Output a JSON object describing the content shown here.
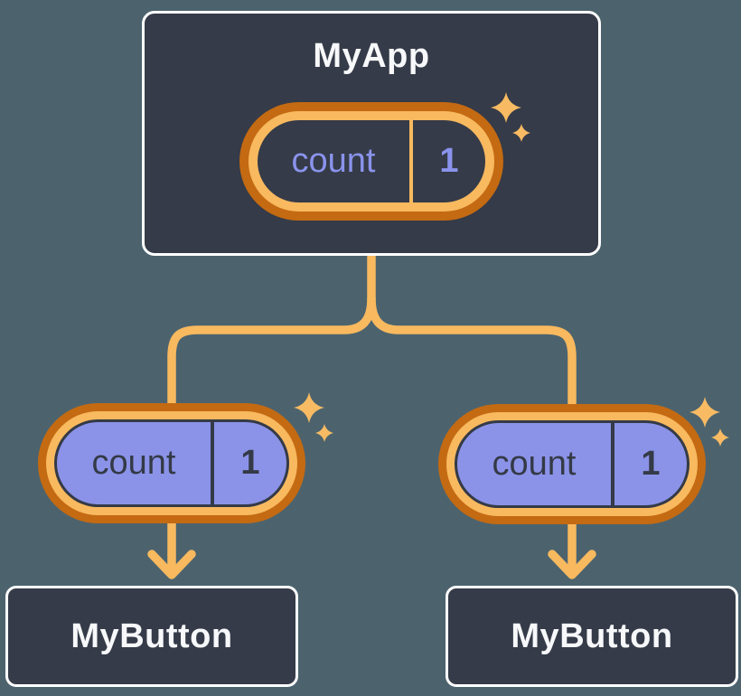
{
  "diagram": {
    "description": "React component tree: parent state passed down as props",
    "nodes": {
      "app": {
        "title": "MyApp",
        "state": {
          "key": "count",
          "value": "1"
        }
      },
      "left_prop": {
        "key": "count",
        "value": "1"
      },
      "right_prop": {
        "key": "count",
        "value": "1"
      },
      "left_button": {
        "title": "MyButton"
      },
      "right_button": {
        "title": "MyButton"
      }
    },
    "colors": {
      "background": "#4C636E",
      "card_fill": "#353B48",
      "card_border": "#FFFFFF",
      "ring_outer_orange": "#C46A12",
      "ring_gold": "#F8B95F",
      "connector_gold": "#F8B95F",
      "sparkle_gold": "#F8BB63",
      "purple_fill": "#8B93E8",
      "purple_text": "#8A93EC",
      "ink": "#343A46",
      "title_text": "#F7F8FA"
    }
  }
}
